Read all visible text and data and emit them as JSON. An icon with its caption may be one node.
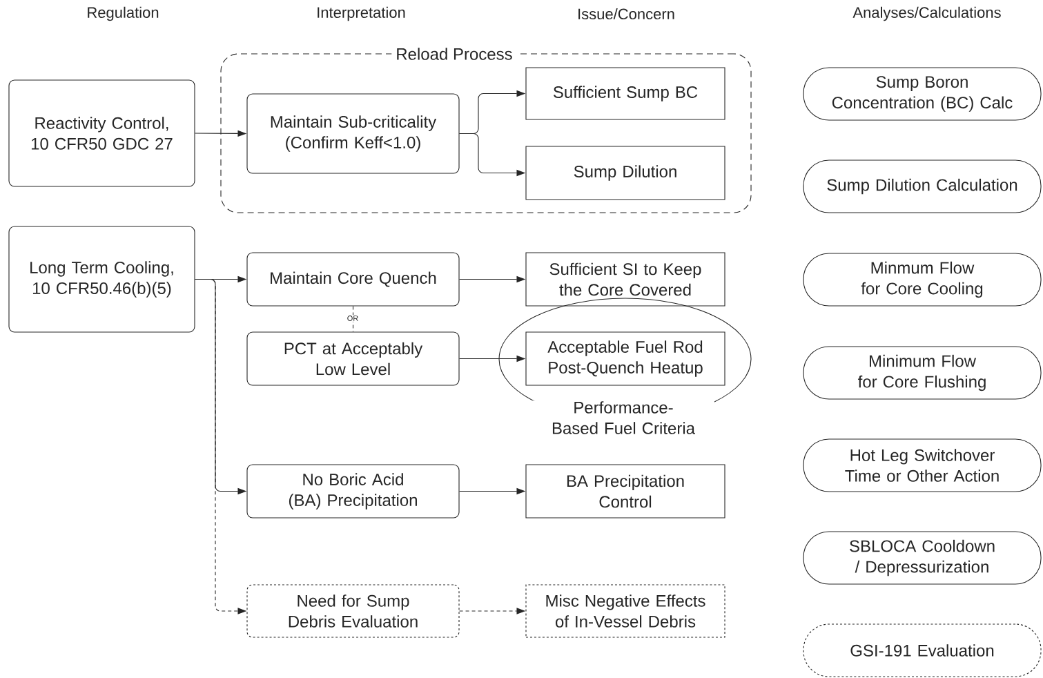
{
  "diagram": {
    "nodes": [
      {
        "text": [
          "Reload Process"
        ]
      },
      {
        "text": [
          "Reactivity Control, 10 CFR50 GDC 27"
        ]
      },
      {
        "text": [
          "Maintain Sub-criticality (Confirm Keff<1.0)"
        ],
        "in": 0
      },
      {
        "text": [
          "Sufficient Sump BC"
        ],
        "in": 0
      },
      {
        "text": [
          "Sump Dilution"
        ],
        "in": 0
      },
      {
        "text": [
          "Long Term Cooling, 10 CFR50.46(b)(5)"
        ]
      },
      {
        "text": [
          "Maintain Core Quench"
        ]
      },
      {
        "text": [
          "Sufficient SI to Keep the Core Covered"
        ]
      },
      {
        "text": [
          "PCT at Acceptably Low Level"
        ]
      },
      {
        "text": [
          "Performance-Based Fuel Criteria"
        ]
      },
      {
        "text": [
          "Acceptable Fuel Rod Post-Quench Heatup"
        ],
        "in": 9
      },
      {
        "text": [
          "No Boric Acid (BA) Precipitation"
        ]
      },
      {
        "text": [
          "BA Precipitation Control"
        ]
      },
      {
        "text": [
          "Need for Sump Debris Evaluation"
        ]
      },
      {
        "text": [
          "Misc Negative Effects of In-Vessel Debris"
        ]
      },
      {
        "text": [
          "Sump Boron Concentration (BC) Calc"
        ]
      },
      {
        "text": [
          "Sump Dilution Calculation"
        ]
      },
      {
        "text": [
          "Minmum Flow for Core Cooling"
        ]
      },
      {
        "text": [
          "Minimum Flow for Core Flushing"
        ]
      },
      {
        "text": [
          "Hot Leg Switchover Time or Other Action"
        ]
      },
      {
        "text": [
          "SBLOCA Cooldown / Depressurization"
        ]
      },
      {
        "text": [
          "GSI-191 Evaluation"
        ]
      }
    ],
    "edges": [
      {
        "from": 1,
        "to": 2,
        "arrow": "to"
      },
      {
        "from": 2,
        "to": 3,
        "arrow": "to"
      },
      {
        "from": 2,
        "to": 4,
        "arrow": "to"
      },
      {
        "from": 5,
        "to": 6,
        "arrow": "to"
      },
      {
        "from": 5,
        "to": 11,
        "arrow": "to"
      },
      {
        "from": 5,
        "to": 13,
        "arrow": "to",
        "style": "dashed"
      },
      {
        "from": 6,
        "to": 7,
        "arrow": "to"
      },
      {
        "from": 8,
        "to": 10,
        "arrow": "to"
      },
      {
        "from": 11,
        "to": 12,
        "arrow": "to"
      },
      {
        "from": 13,
        "to": 14,
        "arrow": "to",
        "style": "dashed"
      },
      {
        "from": 6,
        "to": 8,
        "arrow": "none",
        "style": "dashed",
        "label": "OR"
      }
    ],
    "labels": [
      "Regulation",
      "Interpretation",
      "Issue/Concern",
      "Analyses/Calculations"
    ]
  }
}
